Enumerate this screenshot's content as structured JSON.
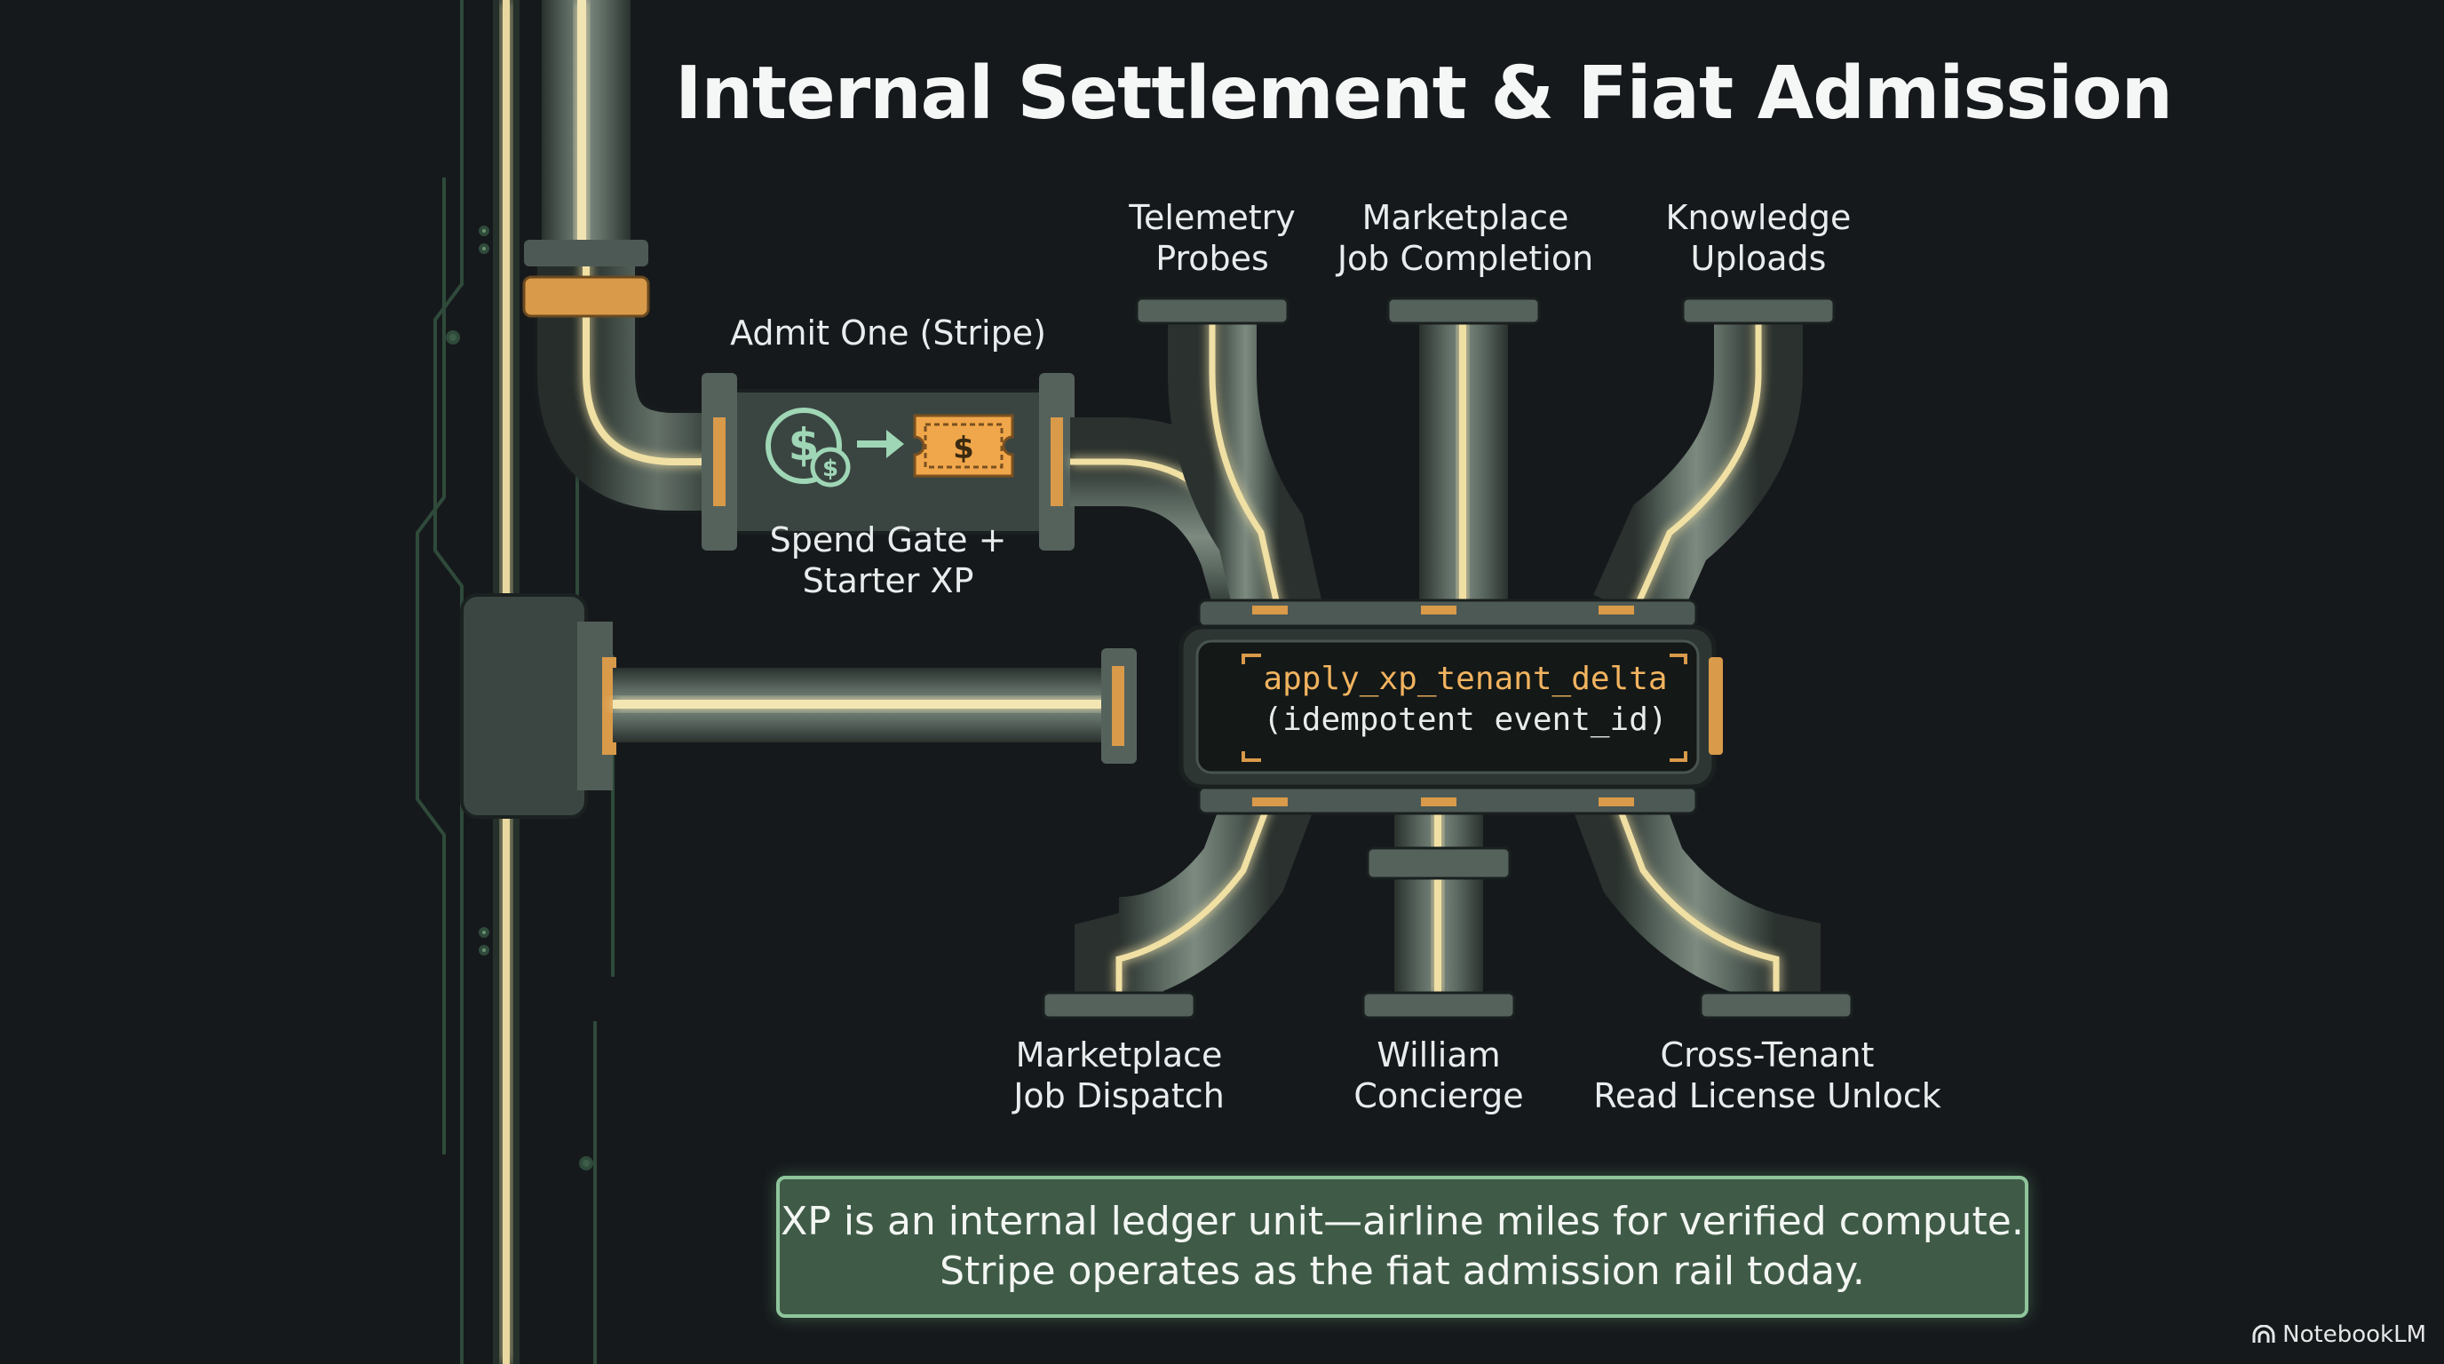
{
  "title": "Internal Settlement & Fiat Admission",
  "admission": {
    "label": "Admit One (Stripe)",
    "gate_line1": "Spend Gate +",
    "gate_line2": "Starter XP"
  },
  "inputs": [
    {
      "line1": "Telemetry",
      "line2": "Probes"
    },
    {
      "line1": "Marketplace",
      "line2": "Job Completion"
    },
    {
      "line1": "Knowledge",
      "line2": "Uploads"
    }
  ],
  "outputs": [
    {
      "line1": "Marketplace",
      "line2": "Job Dispatch"
    },
    {
      "line1": "William",
      "line2": "Concierge"
    },
    {
      "line1": "Cross-Tenant",
      "line2": "Read License Unlock"
    }
  ],
  "core": {
    "function": "apply_xp_tenant_delta",
    "argument": "(idempotent event_id)"
  },
  "note": {
    "line1": "XP is an internal ledger unit—airline miles for verified compute.",
    "line2": "Stripe operates as the fiat admission rail today."
  },
  "icons": {
    "coin": "dollar-coin-icon",
    "arrow": "arrow-right-icon",
    "ticket": "dollar-ticket-icon",
    "brand": "notebooklm-logo-icon"
  },
  "colors": {
    "background": "#16191c",
    "pipe": "#58665e",
    "glow": "#f4e6b0",
    "accent": "#d99a4a",
    "note_fill": "#3f5b47",
    "note_border": "#8fc59c"
  },
  "brand": "NotebookLM"
}
